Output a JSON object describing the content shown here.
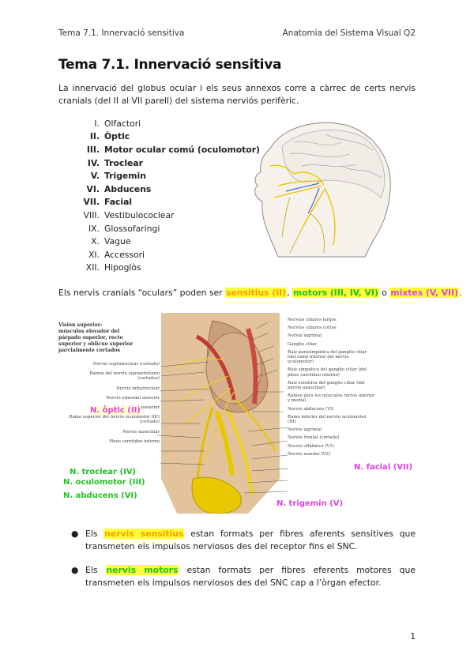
{
  "header": {
    "left": "Tema 7.1. Innervació sensitiva",
    "right": "Anatomia del Sistema Visual Q2"
  },
  "title": "Tema 7.1. Innervació sensitiva",
  "intro": "La innervació del globus ocular i els seus annexos corre a càrrec de certs nervis cranials (del II al VII parell) del sistema nerviós perifèric.",
  "nerves": [
    {
      "num": "I.",
      "name": "Olfactori",
      "bold": false
    },
    {
      "num": "II.",
      "name": "Òptic",
      "bold": true
    },
    {
      "num": "III.",
      "name": "Motor ocular comú (oculomotor)",
      "bold": true
    },
    {
      "num": "IV.",
      "name": "Troclear",
      "bold": true
    },
    {
      "num": "V.",
      "name": "Trigemin",
      "bold": true
    },
    {
      "num": "VI.",
      "name": "Abducens",
      "bold": true
    },
    {
      "num": "VII.",
      "name": "Facial",
      "bold": true
    },
    {
      "num": "VIII.",
      "name": "Vestibulococlear",
      "bold": false
    },
    {
      "num": "IX.",
      "name": "Glossofaringi",
      "bold": false
    },
    {
      "num": "X.",
      "name": "Vague",
      "bold": false
    },
    {
      "num": "XI.",
      "name": "Accessori",
      "bold": false
    },
    {
      "num": "XII.",
      "name": "Hipoglòs",
      "bold": false
    }
  ],
  "ocular": {
    "prefix": "Els nervis cranials “oculars” poden ser ",
    "sensitius": "sensitius (II)",
    "sep1": ", ",
    "motors": "motors (III, IV, VI)",
    "sep2": " o ",
    "mixtes": "mixtes (V, VII)",
    "suffix": "."
  },
  "figure_labels": {
    "optic": "N. òptic (II)",
    "troclear": "N. troclear (IV)",
    "oculomotor": "N. oculomotor (III)",
    "abducens": "N. abducens (VI)",
    "trigemin": "N. trigemin (V)",
    "facial": "N. facial (VII)"
  },
  "figure_text": {
    "heading": "Visión superior:\nmúsculos elevador del\npárpado superior, recto\nsuperior y oblicuo superior\nparcialmente cortados",
    "left_labels": [
      "Nervio supratroclear (cortado)",
      "Ramos del nervio supraorbitario (cortados)",
      "Nervio infratroclear",
      "Nervio etmoidal anterior",
      "Nervio etmoidal posterior",
      "Ramo superior del nervio oculomotor (III) (cortado)",
      "Nervio nasociliar",
      "Plexo carotídeo interno"
    ],
    "right_labels": [
      "Nervios ciliares largos",
      "Nervios ciliares cortos",
      "Nervio lagrimal",
      "Ganglio ciliar",
      "Raíz parasimpática del ganglio ciliar (del ramo inferior del nervio oculomotor)",
      "Raíz simpática del ganglio ciliar (del plexo carotídeo interno)",
      "Raíz sensitiva del ganglio ciliar (del nervio nasociliar)",
      "Ramos para los músculos rectos inferior y medial",
      "Nervio abducens (VI)",
      "Ramo inferior del nervio oculomotor (III)",
      "Nervio lagrimal",
      "Nervio frontal (cortado)",
      "Nervio oftálmico (V1)",
      "Nervio maxilar (V2)"
    ]
  },
  "colors": {
    "yellow": "#ffff3b",
    "orange": "#ff9a00",
    "green": "#1fc21f",
    "magenta": "#e040e0"
  },
  "bullets": [
    {
      "pre": "Els ",
      "hl": "nervis sensitius",
      "hl_color": "orange",
      "post": " estan formats per fibres aferents sensitives que transmeten els impulsos nerviosos des del receptor fins el SNC."
    },
    {
      "pre": "Els ",
      "hl": "nervis motors",
      "hl_color": "green",
      "post": " estan formats per fibres eferents motores que transmeten els impulsos nerviosos des del SNC cap a l’òrgan efector."
    }
  ],
  "page_number": "1"
}
